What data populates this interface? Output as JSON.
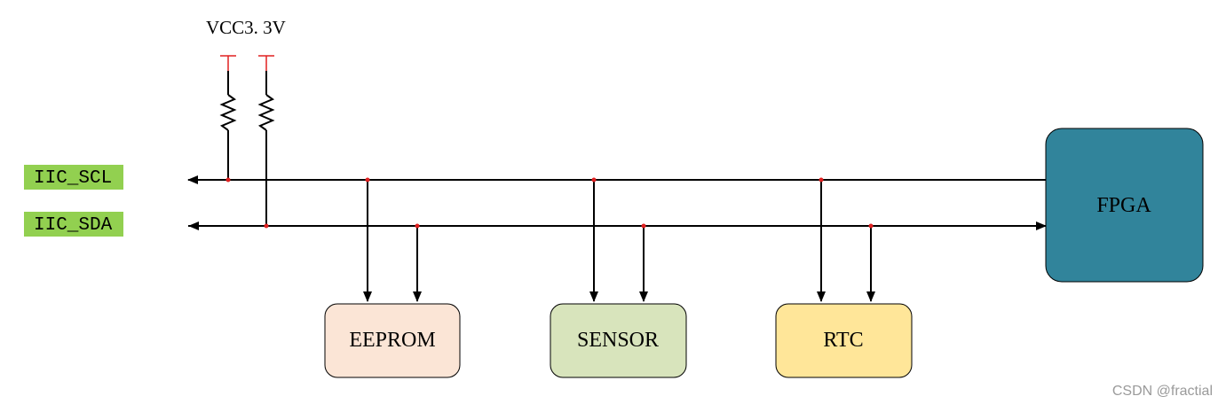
{
  "power": {
    "label": "VCC3. 3V",
    "rail_color": "#e02020"
  },
  "signals": [
    {
      "label": "IIC_SCL",
      "bg": "#92d050"
    },
    {
      "label": "IIC_SDA",
      "bg": "#92d050"
    }
  ],
  "host": {
    "label": "FPGA",
    "fill": "#31849b"
  },
  "devices": [
    {
      "label": "EEPROM",
      "fill": "#fbe5d6"
    },
    {
      "label": "SENSOR",
      "fill": "#d8e4bc"
    },
    {
      "label": "RTC",
      "fill": "#ffe699"
    }
  ],
  "junction_color": "#e02020",
  "watermark": "CSDN @fractial"
}
